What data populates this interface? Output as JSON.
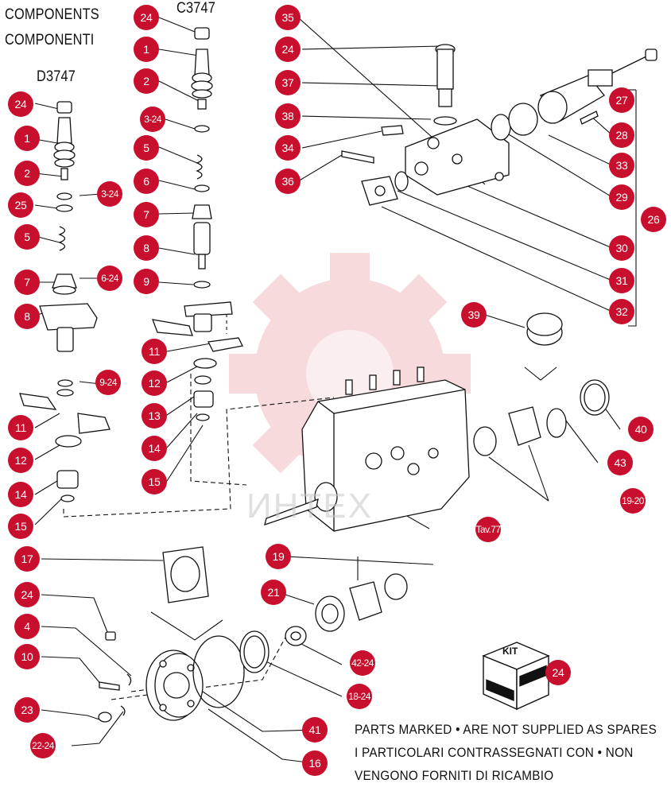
{
  "header": {
    "components_en": "COMPONENTS",
    "components_it": "COMPONENTI",
    "model_left": "D3747",
    "model_top": "C3747"
  },
  "note": {
    "line1": "PARTS MARKED • ARE NOT SUPPLIED AS SPARES",
    "line2": "I PARTICOLARI CONTRASSEGNATI CON • NON",
    "line3": "VENGONO FORNITI DI RICAMBIO"
  },
  "kit_box": {
    "label": "KIT",
    "badge": "24"
  },
  "watermark": "ИНТЕХ",
  "callouts": [
    {
      "id": "c-24-top",
      "label": "24"
    },
    {
      "id": "c-1-mid",
      "label": "1"
    },
    {
      "id": "c-2-mid",
      "label": "2"
    },
    {
      "id": "c-3-24-mid",
      "label": "3-24"
    },
    {
      "id": "c-5-mid",
      "label": "5"
    },
    {
      "id": "c-6-mid",
      "label": "6"
    },
    {
      "id": "c-7-mid",
      "label": "7"
    },
    {
      "id": "c-8-mid",
      "label": "8"
    },
    {
      "id": "c-9-mid",
      "label": "9"
    },
    {
      "id": "c-11-mid",
      "label": "11"
    },
    {
      "id": "c-12-mid",
      "label": "12"
    },
    {
      "id": "c-13-mid",
      "label": "13"
    },
    {
      "id": "c-14-mid",
      "label": "14"
    },
    {
      "id": "c-15-mid",
      "label": "15"
    },
    {
      "id": "c-24-left",
      "label": "24"
    },
    {
      "id": "c-1-left",
      "label": "1"
    },
    {
      "id": "c-2-left",
      "label": "2"
    },
    {
      "id": "c-3-24-left",
      "label": "3-24"
    },
    {
      "id": "c-25-left",
      "label": "25"
    },
    {
      "id": "c-5-left",
      "label": "5"
    },
    {
      "id": "c-7-left",
      "label": "7"
    },
    {
      "id": "c-6-24-left",
      "label": "6-24"
    },
    {
      "id": "c-8-left",
      "label": "8"
    },
    {
      "id": "c-9-24-left",
      "label": "9-24"
    },
    {
      "id": "c-11-left",
      "label": "11"
    },
    {
      "id": "c-12-left",
      "label": "12"
    },
    {
      "id": "c-14-left",
      "label": "14"
    },
    {
      "id": "c-15-left",
      "label": "15"
    },
    {
      "id": "c-35",
      "label": "35"
    },
    {
      "id": "c-24-right",
      "label": "24"
    },
    {
      "id": "c-37",
      "label": "37"
    },
    {
      "id": "c-38",
      "label": "38"
    },
    {
      "id": "c-34",
      "label": "34"
    },
    {
      "id": "c-36",
      "label": "36"
    },
    {
      "id": "c-27",
      "label": "27"
    },
    {
      "id": "c-28",
      "label": "28"
    },
    {
      "id": "c-33",
      "label": "33"
    },
    {
      "id": "c-29",
      "label": "29"
    },
    {
      "id": "c-26",
      "label": "26"
    },
    {
      "id": "c-30",
      "label": "30"
    },
    {
      "id": "c-31",
      "label": "31"
    },
    {
      "id": "c-32",
      "label": "32"
    },
    {
      "id": "c-39",
      "label": "39"
    },
    {
      "id": "c-40",
      "label": "40"
    },
    {
      "id": "c-43",
      "label": "43"
    },
    {
      "id": "c-19-20",
      "label": "19-20"
    },
    {
      "id": "c-tav77",
      "label": "Tav.77"
    },
    {
      "id": "c-17",
      "label": "17"
    },
    {
      "id": "c-19",
      "label": "19"
    },
    {
      "id": "c-21",
      "label": "21"
    },
    {
      "id": "c-24-low",
      "label": "24"
    },
    {
      "id": "c-4",
      "label": "4"
    },
    {
      "id": "c-10",
      "label": "10"
    },
    {
      "id": "c-23",
      "label": "23"
    },
    {
      "id": "c-22-24",
      "label": "22-24"
    },
    {
      "id": "c-42-24",
      "label": "42-24"
    },
    {
      "id": "c-18-24",
      "label": "18-24"
    },
    {
      "id": "c-41",
      "label": "41"
    },
    {
      "id": "c-16",
      "label": "16"
    }
  ]
}
